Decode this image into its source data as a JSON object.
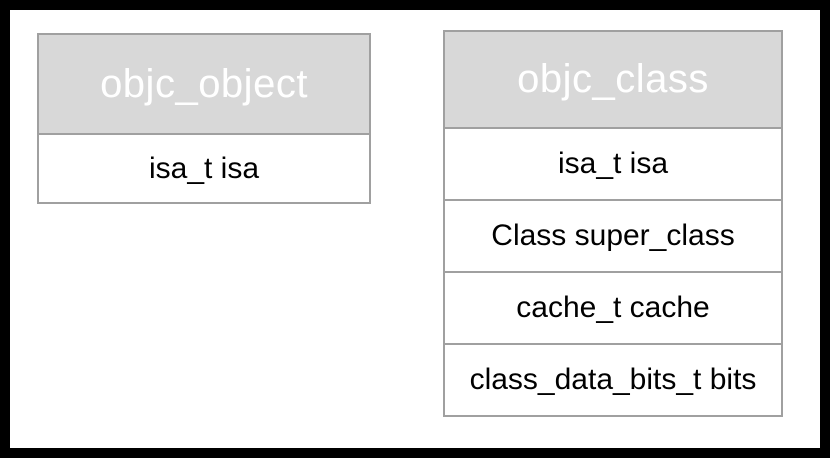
{
  "colors": {
    "background": "#ffffff",
    "frame_color": "#000000",
    "header_bg": "#d8d8d8",
    "header_text_color": "#ffffff",
    "border_color": "#a0a0a0",
    "field_text_color": "#000000"
  },
  "tables": [
    {
      "title": "objc_object",
      "fields": [
        "isa_t isa"
      ]
    },
    {
      "title": "objc_class",
      "fields": [
        "isa_t isa",
        "Class super_class",
        "cache_t cache",
        "class_data_bits_t bits"
      ]
    }
  ]
}
